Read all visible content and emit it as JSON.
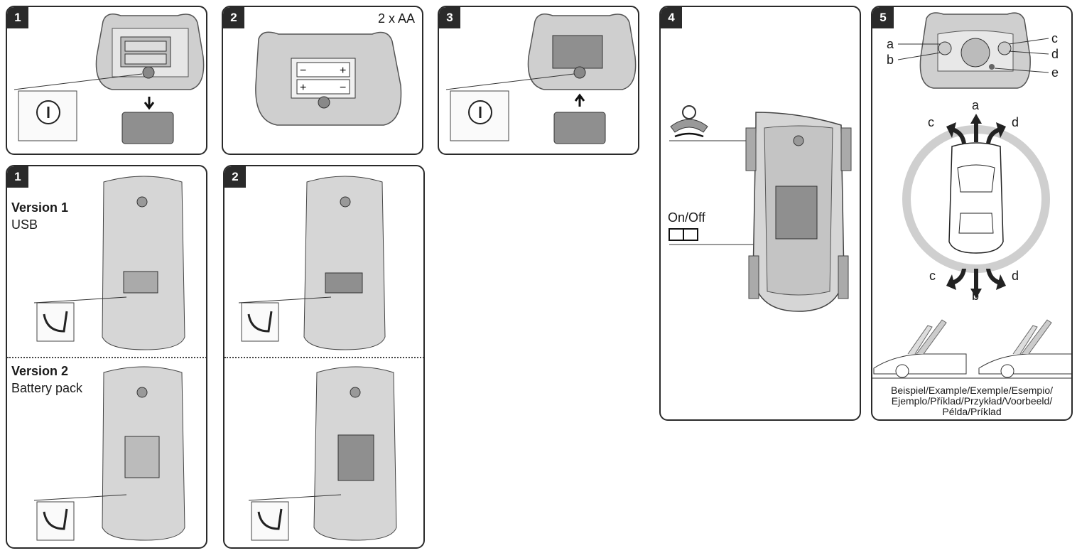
{
  "steps": {
    "p1": "1",
    "p2": "2",
    "p3": "3",
    "p4": "4",
    "p5": "5",
    "p6": "1",
    "p7": "2"
  },
  "battery_text": "2 x AA",
  "version1": {
    "title": "Version 1",
    "subtitle": "USB"
  },
  "version2": {
    "title": "Version 2",
    "subtitle": "Battery pack"
  },
  "switch_label": "On/Off",
  "controls": {
    "a": "a",
    "b": "b",
    "c": "c",
    "d": "d",
    "e": "e"
  },
  "example_text": "Beispiel/Example/Exemple/Esempio/ Ejemplo/Příklad/Przykład/Voorbeeld/ Példa/Príklad",
  "icons": [
    "steering-remote",
    "battery-cover",
    "screw-icon",
    "car-top-view",
    "trim-dial-icon",
    "switch-icon",
    "direction-arrow",
    "convertible-roof"
  ],
  "colors": {
    "ink": "#2a2a2a",
    "grey": "#8a8a8a",
    "light": "#d8d8d8",
    "fill": "#ececec"
  }
}
